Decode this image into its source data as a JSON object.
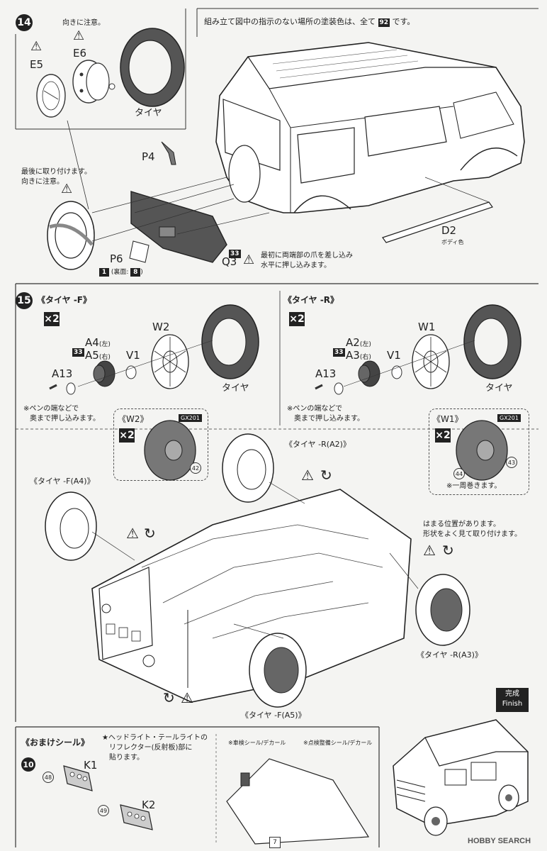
{
  "step14": {
    "number": "14",
    "note_top": "組み立て図中の指示のない場所の塗装色は、全て",
    "note_color_code": "92",
    "note_top_suffix": "です。",
    "orientation_note": "向きに注意。",
    "e5": "E5",
    "e6": "E6",
    "tire_label": "タイヤ",
    "attach_last_1": "最後に取り付けます。",
    "attach_last_2": "向きに注意。",
    "p4": "P4",
    "p6": "P6",
    "p6_color1": "1",
    "p6_back": "(裏面:",
    "p6_color2": "8",
    "p6_close": ")",
    "q3_color": "33",
    "q3": "Q3",
    "q3_note_1": "最初に両端部の爪を差し込み",
    "q3_note_2": "水平に押し込みます。",
    "d2": "D2",
    "d2_note": "ボディ色"
  },
  "step15": {
    "number": "15",
    "front_title": "《タイヤ -F》",
    "rear_title": "《タイヤ -R》",
    "x2": "×2",
    "front_color": "33",
    "a4": "A4",
    "a4_side": "(左)",
    "a5": "A5",
    "a5_side": "(右)",
    "v1": "V1",
    "w2": "W2",
    "a13": "A13",
    "tire": "タイヤ",
    "push_note_1": "※ペンの端などで",
    "push_note_2": "奥まで押し込みます。",
    "rear_color": "33",
    "a2": "A2",
    "a2_side": "(左)",
    "a3": "A3",
    "a3_side": "(右)",
    "w1": "W1",
    "w2_box_title": "《W2》",
    "w1_box_title": "《W1》",
    "gx": "GX201",
    "num42": "42",
    "num43": "43",
    "num44": "44",
    "wrap_note": "※一周巻きます。",
    "tire_r_a2": "《タイヤ -R(A2)》",
    "tire_f_a4": "《タイヤ -F(A4)》",
    "tire_r_a3": "《タイヤ -R(A3)》",
    "tire_f_a5": "《タイヤ -F(A5)》",
    "fit_note_1": "はまる位置があります。",
    "fit_note_2": "形状をよく見て取り付けます。"
  },
  "bonus": {
    "title": "《おまけシール》",
    "number": "10",
    "desc_1": "★ヘッドライト・テールライトの",
    "desc_2": "リフレクター(反射板)部に",
    "desc_3": "貼ります。",
    "k1": "K1",
    "k2": "K2",
    "num48": "48",
    "num49": "49",
    "sticker1": "※車検シール/デカール",
    "sticker2": "※点検整備シール/デカール"
  },
  "finish": {
    "label_jp": "完成",
    "label_en": "Finish"
  },
  "footer": {
    "page": "7",
    "watermark": "HOBBY SEARCH"
  }
}
